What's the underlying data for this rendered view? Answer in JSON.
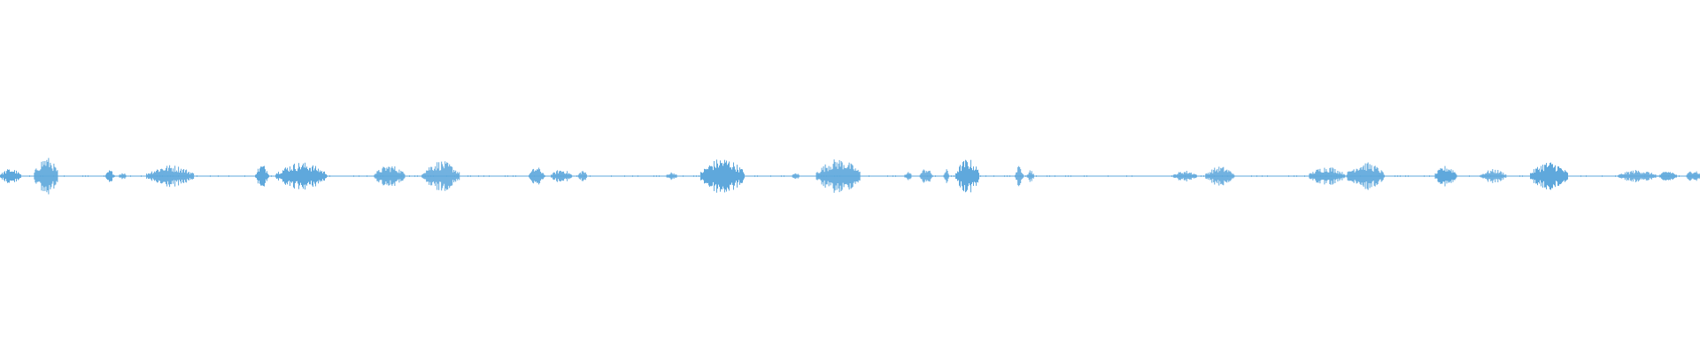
{
  "waveform": {
    "color": "#5fa8dc",
    "background": "#ffffff",
    "segments": [
      {
        "start": 0.0,
        "end": 0.012,
        "amp": 0.022
      },
      {
        "start": 0.02,
        "end": 0.034,
        "amp": 0.055
      },
      {
        "start": 0.062,
        "end": 0.067,
        "amp": 0.018
      },
      {
        "start": 0.07,
        "end": 0.074,
        "amp": 0.012
      },
      {
        "start": 0.086,
        "end": 0.114,
        "amp": 0.032
      },
      {
        "start": 0.15,
        "end": 0.158,
        "amp": 0.034
      },
      {
        "start": 0.162,
        "end": 0.192,
        "amp": 0.04
      },
      {
        "start": 0.22,
        "end": 0.238,
        "amp": 0.032
      },
      {
        "start": 0.248,
        "end": 0.27,
        "amp": 0.044
      },
      {
        "start": 0.311,
        "end": 0.32,
        "amp": 0.026
      },
      {
        "start": 0.324,
        "end": 0.336,
        "amp": 0.02
      },
      {
        "start": 0.34,
        "end": 0.345,
        "amp": 0.018
      },
      {
        "start": 0.392,
        "end": 0.398,
        "amp": 0.012
      },
      {
        "start": 0.412,
        "end": 0.438,
        "amp": 0.052
      },
      {
        "start": 0.466,
        "end": 0.47,
        "amp": 0.01
      },
      {
        "start": 0.48,
        "end": 0.506,
        "amp": 0.05
      },
      {
        "start": 0.532,
        "end": 0.536,
        "amp": 0.014
      },
      {
        "start": 0.541,
        "end": 0.548,
        "amp": 0.024
      },
      {
        "start": 0.555,
        "end": 0.558,
        "amp": 0.02
      },
      {
        "start": 0.562,
        "end": 0.576,
        "amp": 0.05
      },
      {
        "start": 0.597,
        "end": 0.602,
        "amp": 0.03
      },
      {
        "start": 0.604,
        "end": 0.608,
        "amp": 0.02
      },
      {
        "start": 0.69,
        "end": 0.704,
        "amp": 0.016
      },
      {
        "start": 0.709,
        "end": 0.726,
        "amp": 0.028
      },
      {
        "start": 0.77,
        "end": 0.791,
        "amp": 0.028
      },
      {
        "start": 0.792,
        "end": 0.814,
        "amp": 0.04
      },
      {
        "start": 0.844,
        "end": 0.857,
        "amp": 0.03
      },
      {
        "start": 0.871,
        "end": 0.886,
        "amp": 0.02
      },
      {
        "start": 0.9,
        "end": 0.922,
        "amp": 0.042
      },
      {
        "start": 0.952,
        "end": 0.974,
        "amp": 0.018
      },
      {
        "start": 0.976,
        "end": 0.986,
        "amp": 0.016
      },
      {
        "start": 0.992,
        "end": 1.0,
        "amp": 0.02
      }
    ]
  }
}
